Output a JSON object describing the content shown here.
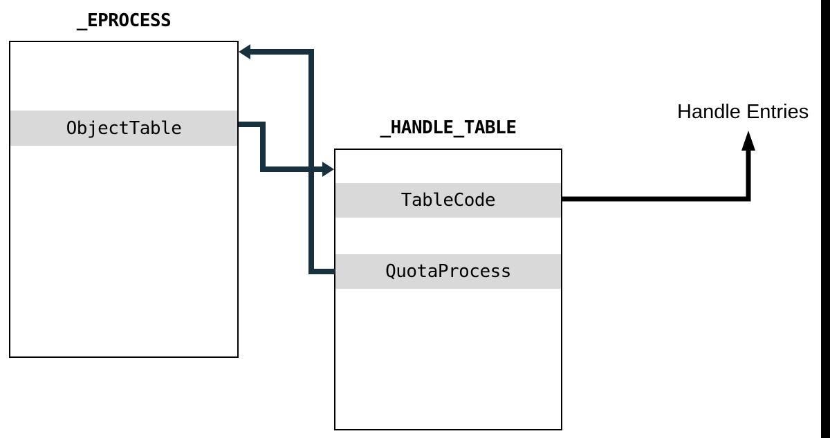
{
  "diagram": {
    "eprocess": {
      "title": "_EPROCESS",
      "fields": [
        {
          "label": "ObjectTable",
          "highlighted": true
        }
      ]
    },
    "handle_table": {
      "title": "_HANDLE_TABLE",
      "fields": [
        {
          "label": "TableCode",
          "highlighted": true
        },
        {
          "label": "QuotaProcess",
          "highlighted": true
        }
      ]
    },
    "external_label": "Handle Entries",
    "arrows": [
      {
        "from": "ObjectTable",
        "to": "_HANDLE_TABLE",
        "color": "#17313f"
      },
      {
        "from": "QuotaProcess",
        "to": "_EPROCESS",
        "color": "#17313f"
      },
      {
        "from": "TableCode",
        "to": "Handle Entries",
        "color": "#000000"
      }
    ],
    "colors": {
      "background": "#ffffff",
      "box_border": "#000000",
      "row_highlight": "#d9d9d9",
      "arrow_navy": "#17313f",
      "arrow_black": "#000000",
      "edge_bar": "#000000",
      "text_color": "#000000"
    }
  }
}
